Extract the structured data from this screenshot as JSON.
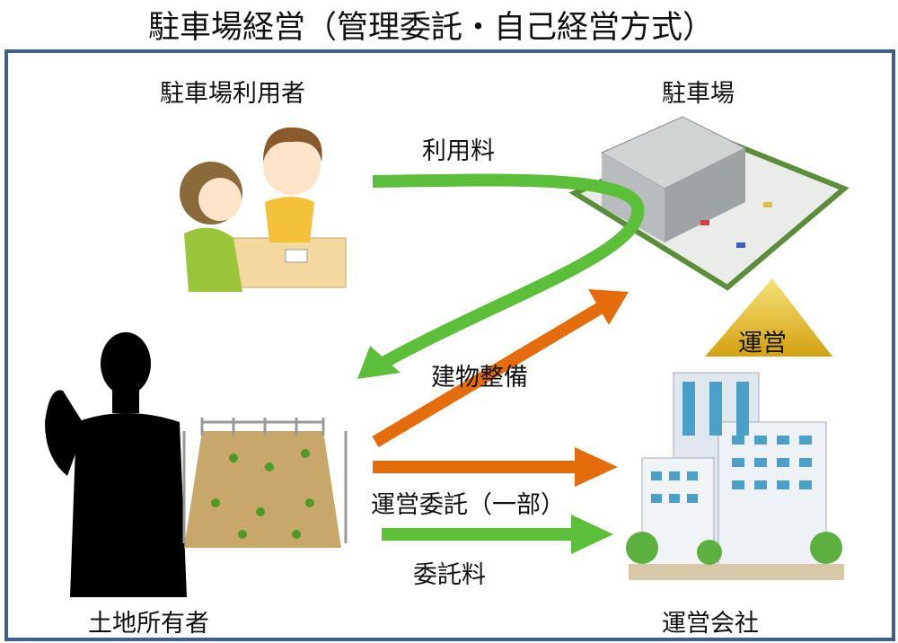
{
  "title": "駐車場経営（管理委託・自己経営方式）",
  "actors": {
    "user": "駐車場利用者",
    "parking": "駐車場",
    "owner": "土地所有者",
    "company": "運営会社"
  },
  "flows": {
    "usage_fee": "利用料",
    "building": "建物整備",
    "outsourcing": "運営委託（一部）",
    "commission_fee": "委託料",
    "operation": "運営"
  },
  "colors": {
    "frame": "#3f5f90",
    "green_arrow": "#5cbf3a",
    "orange_arrow": "#e46c0a",
    "triangle": "#e0b020"
  }
}
